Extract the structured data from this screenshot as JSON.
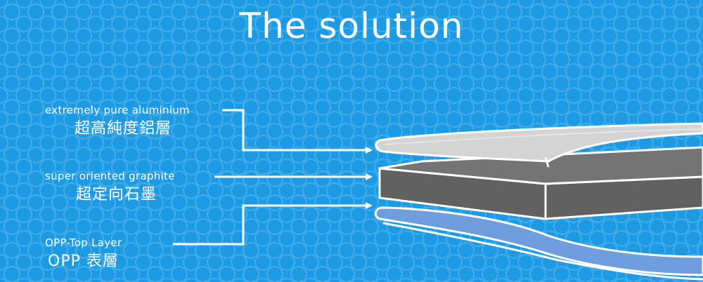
{
  "title": "The solution",
  "colors": {
    "background": "#1d9ae4",
    "pattern": "#3aa9ea",
    "aluminium_layer": "#d4d4d4",
    "graphite_layer": "#616161",
    "opp_layer": "#6f9ede",
    "outline": "#ffffff"
  },
  "layers": [
    {
      "label_en": "extremely pure aluminium",
      "label_zh": "超高純度鋁層"
    },
    {
      "label_en": "super oriented graphite",
      "label_zh": "超定向石墨"
    },
    {
      "label_en": "OPP-Top Layer",
      "label_zh": "OPP 表層"
    }
  ]
}
